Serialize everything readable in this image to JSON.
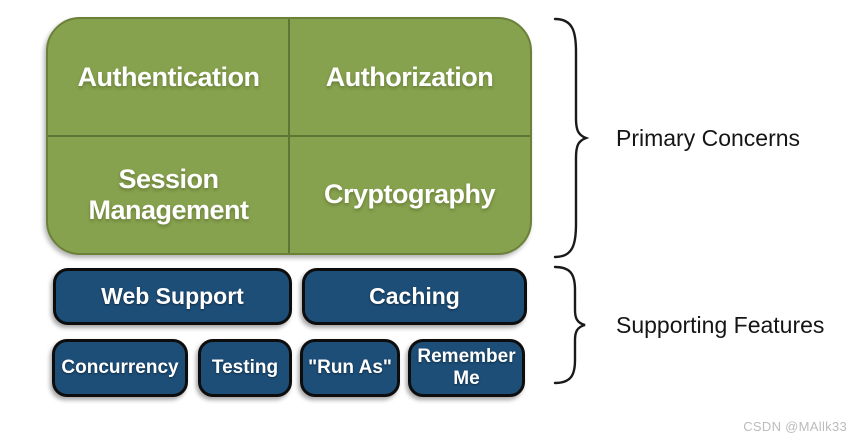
{
  "primary": {
    "label": "Primary Concerns",
    "cells": [
      {
        "label": "Authentication"
      },
      {
        "label": "Authorization"
      },
      {
        "label": "Session Management"
      },
      {
        "label": "Cryptography"
      }
    ]
  },
  "supporting": {
    "label": "Supporting Features",
    "large_pills": [
      {
        "label": "Web Support"
      },
      {
        "label": "Caching"
      }
    ],
    "small_pills": [
      {
        "label": "Concurrency"
      },
      {
        "label": "Testing"
      },
      {
        "label": "\"Run As\""
      },
      {
        "label": "Remember Me"
      }
    ]
  },
  "colors": {
    "primary_fill": "#87A24E",
    "primary_border": "#6B8139",
    "primary_divider": "#5E7634",
    "supporting_fill": "#1D4E78",
    "pill_border": "#0D0D0D",
    "cell_text": "#FFFFFF",
    "side_label_text": "#151515",
    "brace_stroke": "#1A1A1A",
    "watermark_text": "#BCBCBC"
  },
  "watermark": "CSDN @MAllk33"
}
